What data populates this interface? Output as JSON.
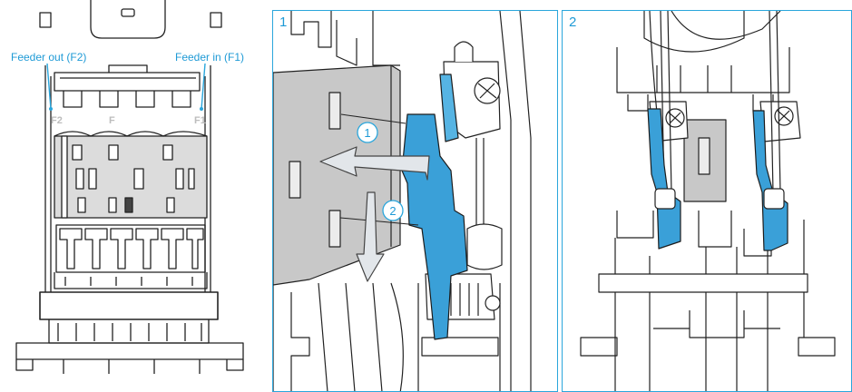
{
  "overview": {
    "feeder_out_label": "Feeder out (F2)",
    "feeder_in_label": "Feeder in (F1)",
    "slot_marks": [
      "F2",
      "F",
      "F1"
    ]
  },
  "panels": [
    {
      "number": "1",
      "steps": [
        "1",
        "2"
      ]
    },
    {
      "number": "2"
    }
  ],
  "colors": {
    "accent": "#2aa6dc",
    "part_blue": "#3aa0d8",
    "label_text": "#1e9ad6",
    "line": "#222222",
    "plate_gray": "#c8c8c8"
  }
}
